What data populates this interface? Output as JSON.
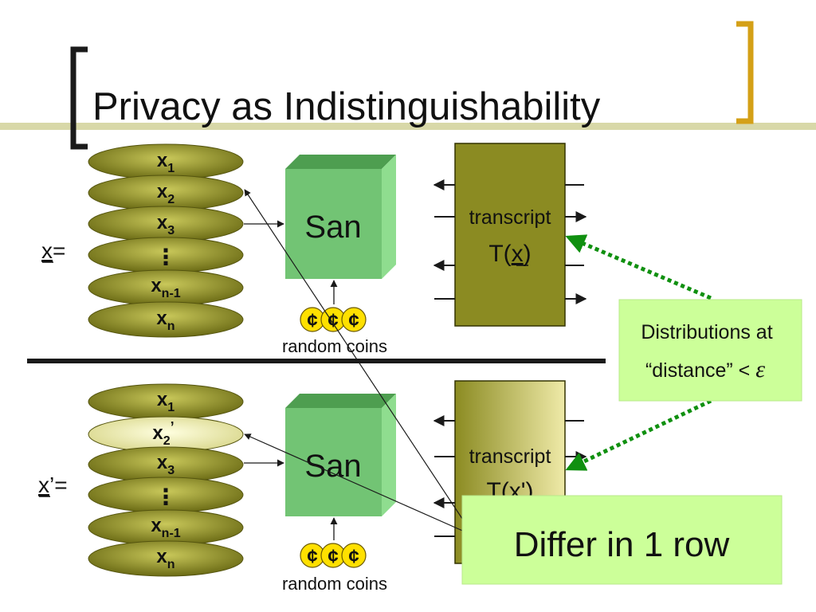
{
  "title": "Privacy as Indistinguishability",
  "colors": {
    "olive_dark": "#6B6B15",
    "olive_light": "#C9C85A",
    "highlight_row": "#F3F1B8",
    "san_front": "#72C474",
    "san_top": "#4E9E50",
    "san_side": "#8FDD8F",
    "transcript_fill": "#8B8B22",
    "transcript_border": "#333300",
    "callout_fill": "#CCFF99",
    "green_dotted": "#109010",
    "coin_fill": "#FFE000",
    "bracket_gold": "#D4A017",
    "divider": "#1A1A1A",
    "title_band": "#D8D8A8"
  },
  "top": {
    "vector_label": "x",
    "vector_label_suffix": "=",
    "rows": [
      {
        "base": "x",
        "sub": "1"
      },
      {
        "base": "x",
        "sub": "2"
      },
      {
        "base": "x",
        "sub": "3"
      },
      {
        "base": "⋮",
        "sub": ""
      },
      {
        "base": "x",
        "sub": "n-1"
      },
      {
        "base": "x",
        "sub": "n"
      }
    ],
    "san": "San",
    "coins_label": "random coins",
    "coin_glyph": "¢",
    "transcript_line1": "transcript",
    "transcript_line2_prefix": "T(",
    "transcript_line2_var": "x",
    "transcript_line2_suffix": ")"
  },
  "bottom": {
    "vector_label": "x",
    "vector_label_suffix": "’=",
    "rows": [
      {
        "base": "x",
        "sub": "1",
        "sup": ""
      },
      {
        "base": "x",
        "sub": "2",
        "sup": "’",
        "highlight": true
      },
      {
        "base": "x",
        "sub": "3",
        "sup": ""
      },
      {
        "base": "⋮",
        "sub": "",
        "sup": ""
      },
      {
        "base": "x",
        "sub": "n-1",
        "sup": ""
      },
      {
        "base": "x",
        "sub": "n",
        "sup": ""
      }
    ],
    "san": "San",
    "coins_label": "random coins",
    "coin_glyph": "¢",
    "transcript_line1": "transcript",
    "transcript_line2": "T(x')"
  },
  "callout_distance": {
    "line1": "Distributions at",
    "line2": "“distance” <",
    "symbol": "ε"
  },
  "callout_differ": "Differ in 1 row"
}
